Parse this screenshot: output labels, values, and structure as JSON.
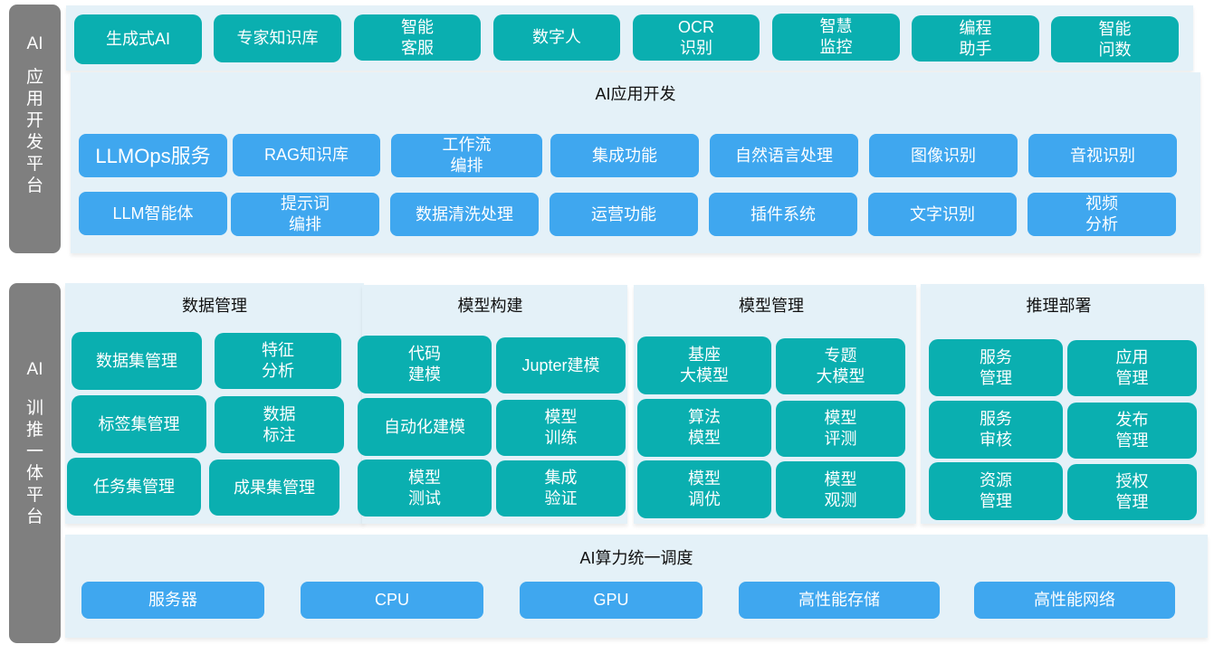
{
  "app_dev_platform": {
    "sidebar_label_ai": "AI",
    "sidebar_label_chars": [
      "应",
      "用",
      "开",
      "发",
      "平",
      "台"
    ],
    "top_apps": [
      {
        "label": "生成式AI"
      },
      {
        "label": "专家知识库"
      },
      {
        "label": "智能\n客服"
      },
      {
        "label": "数字人"
      },
      {
        "label": "OCR\n识别"
      },
      {
        "label": "智慧\n监控"
      },
      {
        "label": "编程\n助手"
      },
      {
        "label": "智能\n问数"
      }
    ],
    "dev_section": {
      "title": "AI应用开发",
      "row1": [
        {
          "label": "LLMOps服务"
        },
        {
          "label": "RAG知识库"
        },
        {
          "label": "工作流\n编排"
        },
        {
          "label": "集成功能"
        },
        {
          "label": "自然语言处理"
        },
        {
          "label": "图像识别"
        },
        {
          "label": "音视识别"
        }
      ],
      "row2": [
        {
          "label": "LLM智能体"
        },
        {
          "label": "提示词\n编排"
        },
        {
          "label": "数据清洗处理"
        },
        {
          "label": "运营功能"
        },
        {
          "label": "插件系统"
        },
        {
          "label": "文字识别"
        },
        {
          "label": "视频\n分析"
        }
      ]
    }
  },
  "train_infer_platform": {
    "sidebar_label_ai": "AI",
    "sidebar_label_chars": [
      "训",
      "推",
      "一",
      "体",
      "平",
      "台"
    ],
    "data_management": {
      "title": "数据管理",
      "items": [
        {
          "label": "数据集管理"
        },
        {
          "label": "特征\n分析"
        },
        {
          "label": "标签集管理"
        },
        {
          "label": "数据\n标注"
        },
        {
          "label": "任务集管理"
        },
        {
          "label": "成果集管理"
        }
      ]
    },
    "model_build": {
      "title": "模型构建",
      "items": [
        {
          "label": "代码\n建模"
        },
        {
          "label": "Jupter建模"
        },
        {
          "label": "自动化建模"
        },
        {
          "label": "模型\n训练"
        },
        {
          "label": "模型\n测试"
        },
        {
          "label": "集成\n验证"
        }
      ]
    },
    "model_management": {
      "title": "模型管理",
      "items": [
        {
          "label": "基座\n大模型"
        },
        {
          "label": "专题\n大模型"
        },
        {
          "label": "算法\n模型"
        },
        {
          "label": "模型\n评测"
        },
        {
          "label": "模型\n调优"
        },
        {
          "label": "模型\n观测"
        }
      ]
    },
    "inference_deploy": {
      "title": "推理部署",
      "items": [
        {
          "label": "服务\n管理"
        },
        {
          "label": "应用\n管理"
        },
        {
          "label": "服务\n审核"
        },
        {
          "label": "发布\n管理"
        },
        {
          "label": "资源\n管理"
        },
        {
          "label": "授权\n管理"
        }
      ]
    },
    "compute": {
      "title": "AI算力统一调度",
      "items": [
        {
          "label": "服务器"
        },
        {
          "label": "CPU"
        },
        {
          "label": "GPU"
        },
        {
          "label": "高性能存储"
        },
        {
          "label": "高性能网络"
        }
      ]
    }
  },
  "colors": {
    "sidebar": "#7f7f7f",
    "panel_bg": "#e4f1f8",
    "teal_box": "#0aafb0",
    "blue_box": "#3fa7ef",
    "box_text": "#ffffff",
    "title_text": "#111111"
  }
}
